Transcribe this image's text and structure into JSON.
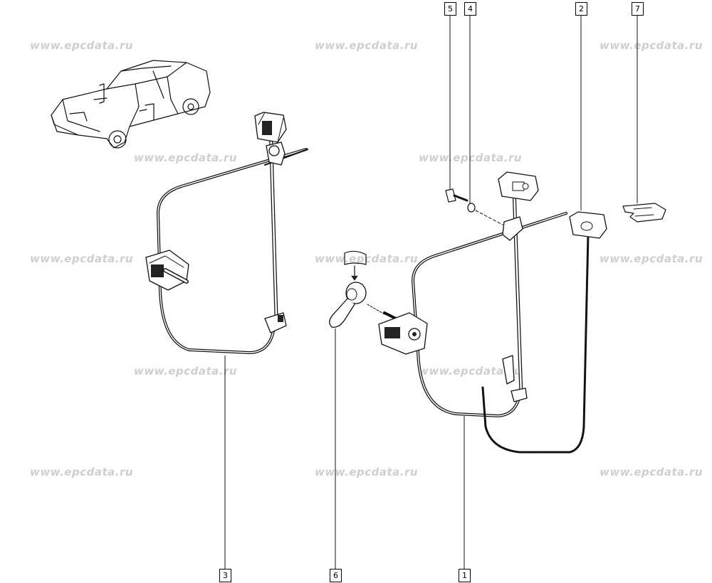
{
  "watermark": "www.epcdata.ru",
  "callouts": [
    {
      "id": "c5",
      "label": "5"
    },
    {
      "id": "c4",
      "label": "4"
    },
    {
      "id": "c2",
      "label": "2"
    },
    {
      "id": "c7",
      "label": "7"
    },
    {
      "id": "c3",
      "label": "3"
    },
    {
      "id": "c6",
      "label": "6"
    },
    {
      "id": "c1",
      "label": "1"
    }
  ]
}
